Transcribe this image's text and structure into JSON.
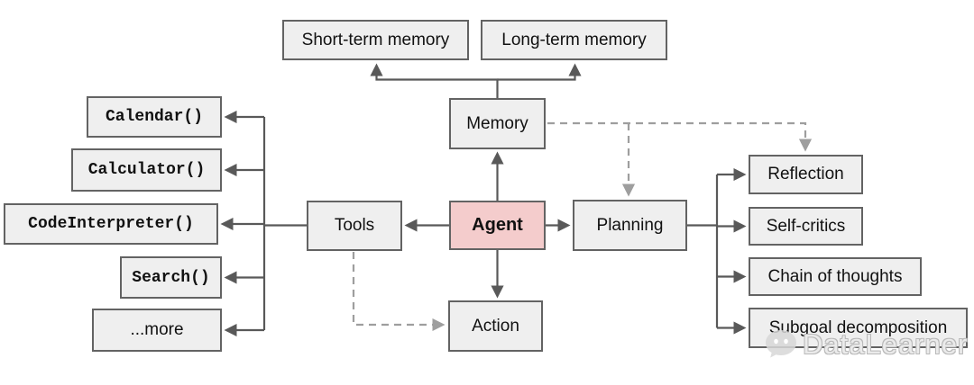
{
  "nodes": {
    "short_term_memory": {
      "label": "Short-term memory"
    },
    "long_term_memory": {
      "label": "Long-term memory"
    },
    "memory": {
      "label": "Memory"
    },
    "calendar": {
      "label": "Calendar()"
    },
    "calculator": {
      "label": "Calculator()"
    },
    "code_interpreter": {
      "label": "CodeInterpreter()"
    },
    "search": {
      "label": "Search()"
    },
    "more": {
      "label": "...more"
    },
    "tools": {
      "label": "Tools"
    },
    "agent": {
      "label": "Agent"
    },
    "planning": {
      "label": "Planning"
    },
    "action": {
      "label": "Action"
    },
    "reflection": {
      "label": "Reflection"
    },
    "self_critics": {
      "label": "Self-critics"
    },
    "chain_of_thoughts": {
      "label": "Chain of thoughts"
    },
    "subgoal_decomposition": {
      "label": "Subgoal decomposition"
    }
  },
  "colors": {
    "node_fill": "#efefef",
    "node_border": "#636363",
    "agent_fill": "#f4cccc",
    "solid_line": "#595959",
    "dashed_line": "#9e9e9e",
    "text": "#111111",
    "watermark": "#c9c9c9"
  },
  "watermark": {
    "label": "DataLearner",
    "icon": "chat-bubble-icon"
  }
}
